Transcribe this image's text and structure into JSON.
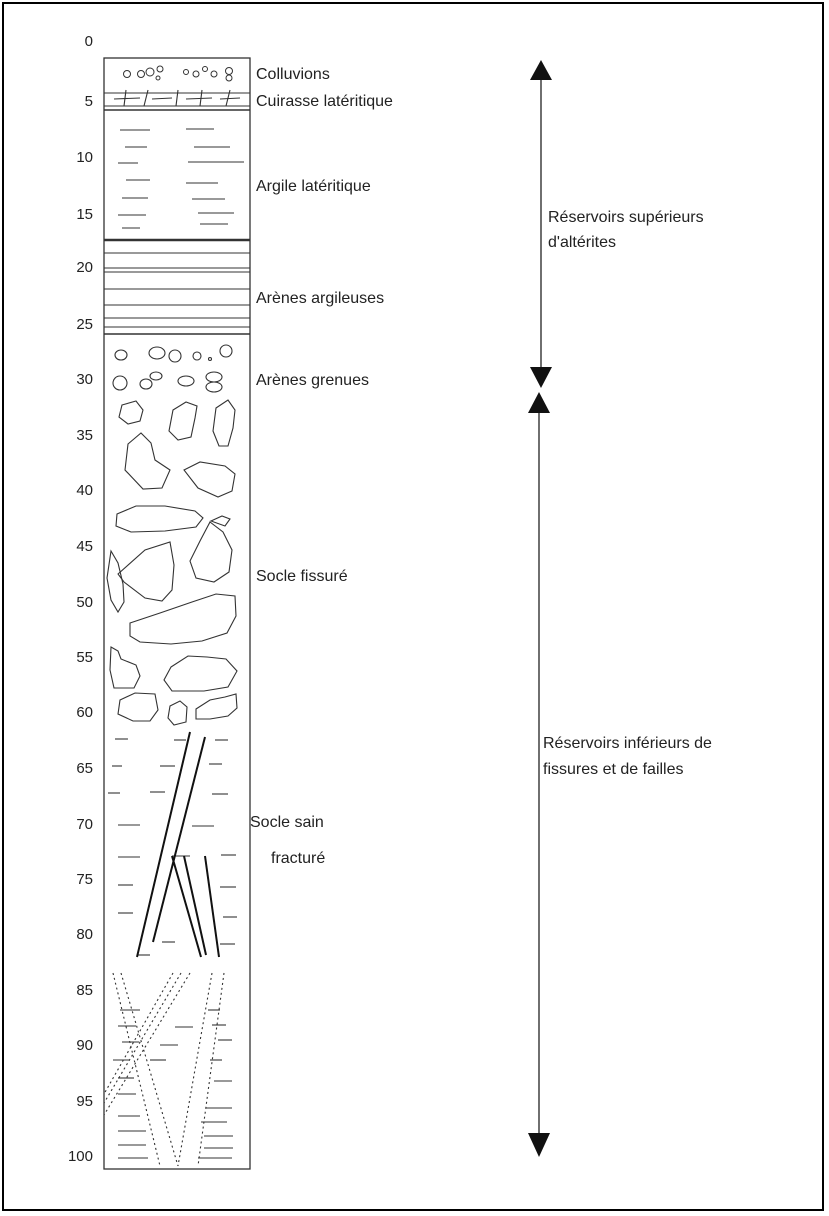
{
  "depth_scale": {
    "ticks": [
      "0",
      "5",
      "10",
      "15",
      "20",
      "25",
      "30",
      "35",
      "40",
      "45",
      "50",
      "55",
      "60",
      "65",
      "70",
      "75",
      "80",
      "85",
      "90",
      "95",
      "100"
    ]
  },
  "layers": [
    {
      "id": "colluvions",
      "label": "Colluvions"
    },
    {
      "id": "cuirasse",
      "label": "Cuirasse latéritique"
    },
    {
      "id": "argile",
      "label": "Argile latéritique"
    },
    {
      "id": "arenes-argileuses",
      "label": "Arènes argileuses"
    },
    {
      "id": "arenes-grenues",
      "label": "Arènes grenues"
    },
    {
      "id": "socle-fissure",
      "label": "Socle fissuré"
    },
    {
      "id": "socle-sain-line1",
      "label": "Socle sain"
    },
    {
      "id": "socle-sain-line2",
      "label": "fracturé"
    }
  ],
  "reservoirs": {
    "upper": {
      "line1": "Réservoirs supérieurs",
      "line2": "d'altérites"
    },
    "lower": {
      "line1": "Réservoirs inférieurs de",
      "line2": "fissures et de failles"
    }
  },
  "colors": {
    "ink": "#222222",
    "line": "#333333",
    "background": "#ffffff"
  }
}
